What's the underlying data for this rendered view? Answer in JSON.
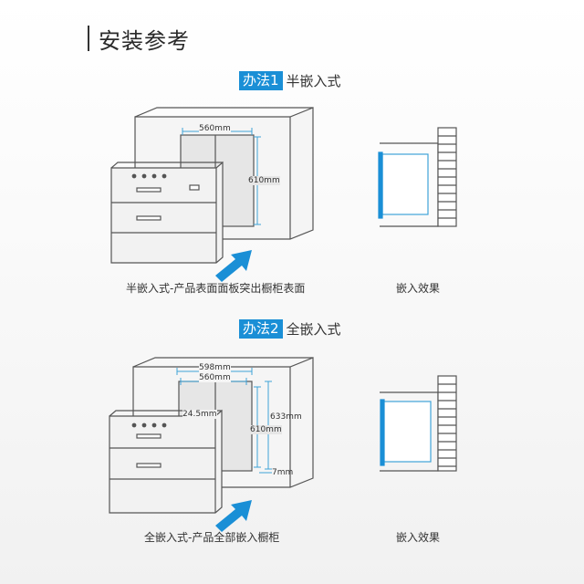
{
  "title": "安装参考",
  "method1": {
    "tag": "办法1",
    "name": "半嵌入式",
    "dim_width": "560mm",
    "dim_height": "610mm",
    "caption_left": "半嵌入式-产品表面面板突出橱柜表面",
    "caption_right": "嵌入效果"
  },
  "method2": {
    "tag": "办法2",
    "name": "全嵌入式",
    "dim_outer_width": "598mm",
    "dim_inner_width": "560mm",
    "dim_depth": "24.5mm",
    "dim_outer_height": "633mm",
    "dim_inner_height": "610mm",
    "dim_bottom": "7mm",
    "caption_left": "全嵌入式-产品全部嵌入橱柜",
    "caption_right": "嵌入效果"
  },
  "colors": {
    "accent": "#1a8fd6",
    "dimension": "#3fa3d8",
    "line": "#555555"
  }
}
